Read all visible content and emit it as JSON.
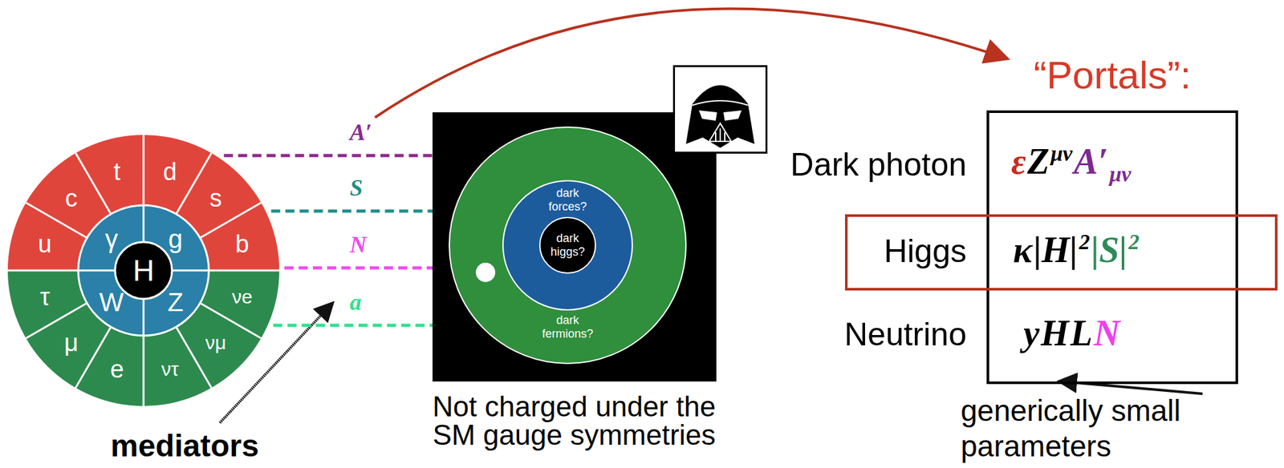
{
  "diagram": {
    "nodes": [
      {
        "text": [
          "t",
          "d",
          "c",
          "s",
          "u",
          "b",
          "γ",
          "g",
          "H",
          "τ",
          "W",
          "Z",
          "νe",
          "μ",
          "νμ",
          "e",
          "ντ"
        ]
      },
      {
        "text": [
          "Not charged under the SM gauge symmetries"
        ]
      },
      {
        "text": [
          "dark fermions?"
        ],
        "in": 1
      },
      {
        "text": [
          "dark forces?"
        ],
        "in": 2
      },
      {
        "text": [
          "dark higgs?"
        ],
        "in": 3
      },
      {
        "text": [
          "“Portals”:",
          "ε",
          "Z",
          "μν",
          "A′",
          "μν",
          "y",
          "H",
          "L",
          "N"
        ]
      },
      {
        "text": [
          "Higgs",
          "κ",
          "|H|",
          "2",
          "|S|",
          "2"
        ]
      }
    ],
    "edges": [
      {
        "from": 0,
        "to": 1,
        "label": "A′",
        "arrow": "none"
      },
      {
        "from": 0,
        "to": 1,
        "label": "S",
        "arrow": "none"
      },
      {
        "from": 0,
        "to": 1,
        "label": "N",
        "arrow": "none"
      },
      {
        "from": 0,
        "to": 1,
        "label": "a",
        "arrow": "none"
      }
    ],
    "labels": [
      "Dark photon",
      "Neutrino",
      "mediators",
      "generically small parameters"
    ]
  }
}
